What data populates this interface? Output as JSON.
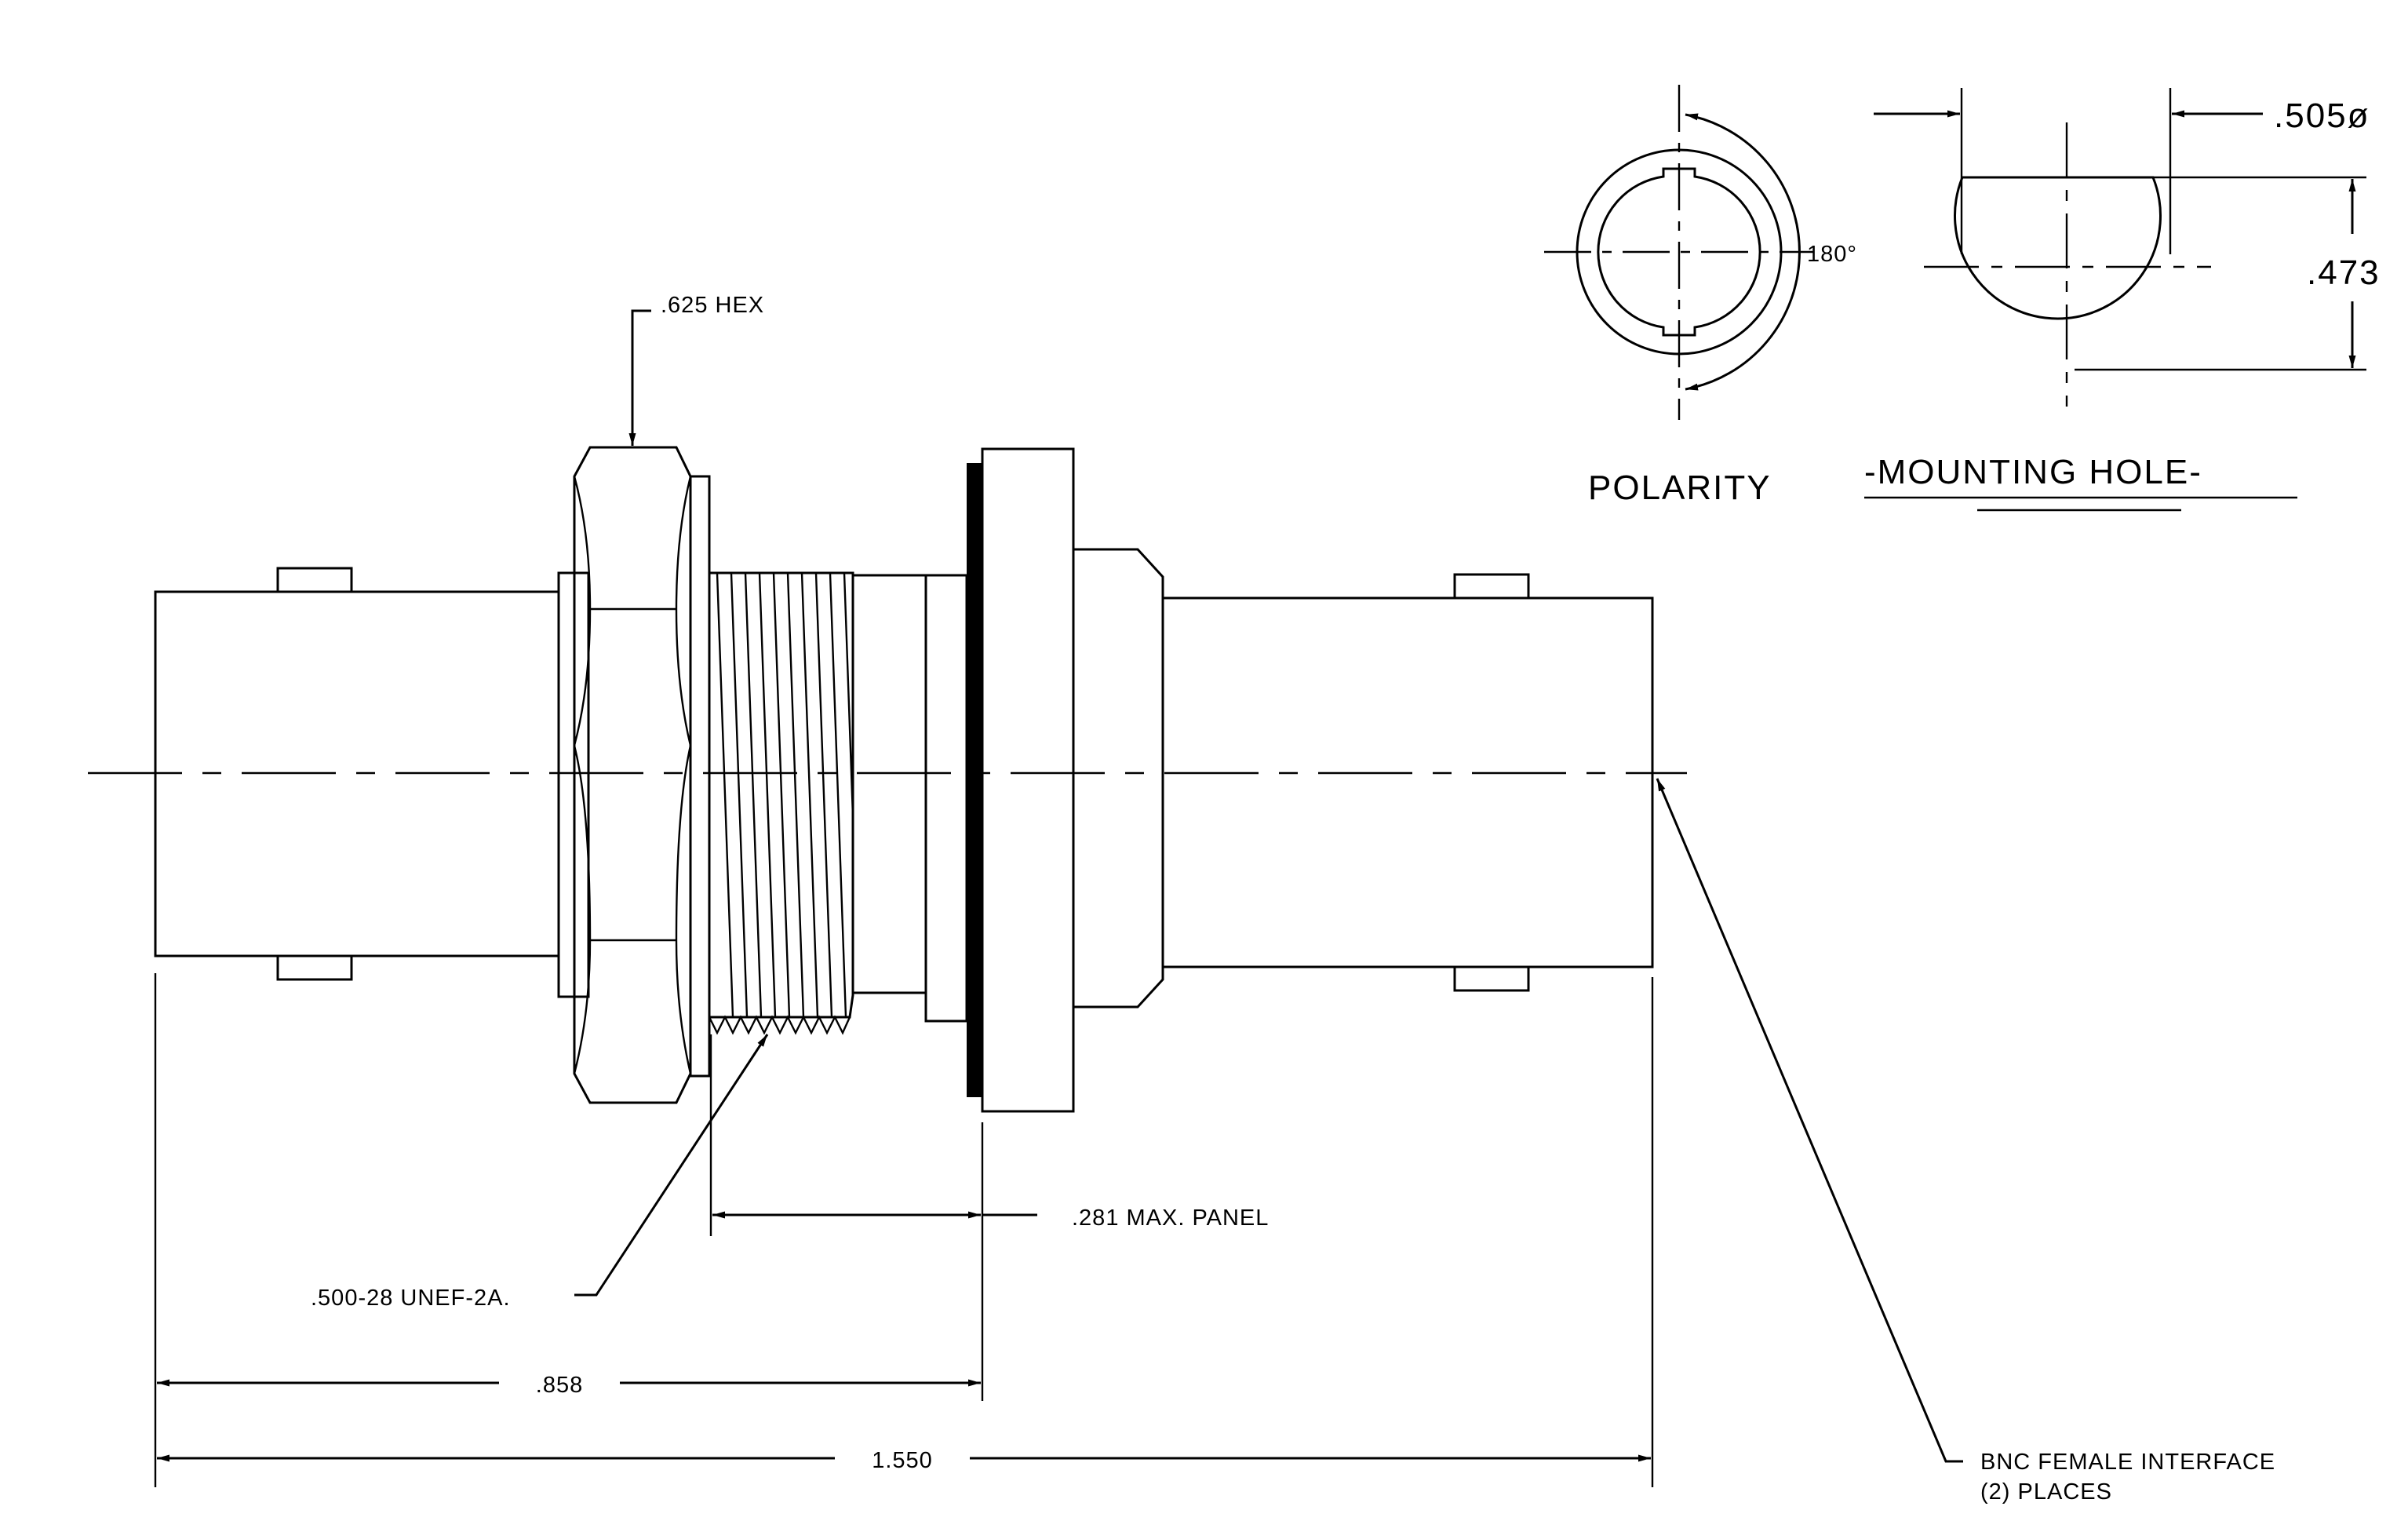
{
  "labels": {
    "hex": ".625 HEX",
    "thread": ".500-28 UNEF-2A.",
    "panel": ".281  MAX. PANEL",
    "dim_858": ".858",
    "dim_1550": "1.550",
    "interface_line1": "BNC FEMALE INTERFACE",
    "interface_line2": "(2)  PLACES",
    "polarity": "POLARITY",
    "angle": "180°",
    "mounting_hole": "-MOUNTING  HOLE-",
    "dia_505": ".505ø",
    "dim_473": ".473"
  }
}
